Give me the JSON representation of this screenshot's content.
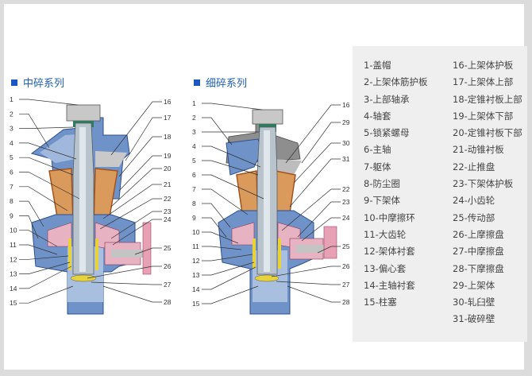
{
  "sections": [
    {
      "title": "中碎系列",
      "left_labels": [
        "1",
        "2",
        "3",
        "4",
        "5",
        "6",
        "7",
        "8",
        "9",
        "10",
        "11",
        "12",
        "13",
        "14",
        "15"
      ],
      "right_labels": [
        "16",
        "17",
        "18",
        "19",
        "20",
        "21",
        "22",
        "23",
        "24",
        "25",
        "26",
        "27",
        "28"
      ]
    },
    {
      "title": "细碎系列",
      "left_labels": [
        "1",
        "2",
        "3",
        "4",
        "5",
        "6",
        "7",
        "8",
        "9",
        "10",
        "11",
        "12",
        "13",
        "14",
        "15"
      ],
      "right_labels": [
        "16",
        "29",
        "30",
        "31",
        "22",
        "23",
        "24",
        "25",
        "26",
        "27",
        "28"
      ]
    }
  ],
  "legend": {
    "left_column": [
      "1-盖帽",
      "2-上架体筋护板",
      "3-上部轴承",
      "4-轴套",
      "5-锁紧螺母",
      "6-主轴",
      "7-躯体",
      "8-防尘圈",
      "9-下架体",
      "10-中摩擦环",
      "11-大齿轮",
      "12-架体衬套",
      "13-偏心套",
      "14-主轴衬套",
      "15-柱塞"
    ],
    "right_column": [
      "16-上架体护板",
      "17-上架体上部",
      "18-定锥衬板上部",
      "19-上架体下部",
      "20-定锥衬板下部",
      "21-动锥衬板",
      "22-止推盘",
      "23-下架体护板",
      "24-小齿轮",
      "25-传动部",
      "26-上摩擦盘",
      "27-中摩擦盘",
      "28-下摩擦盘",
      "29-上架体",
      "30-轧臼壁",
      "31-破碎壁"
    ]
  },
  "colors": {
    "accent": "#1a56c4",
    "frame": "#dcdcdc",
    "legend_bg": "#efefef"
  }
}
